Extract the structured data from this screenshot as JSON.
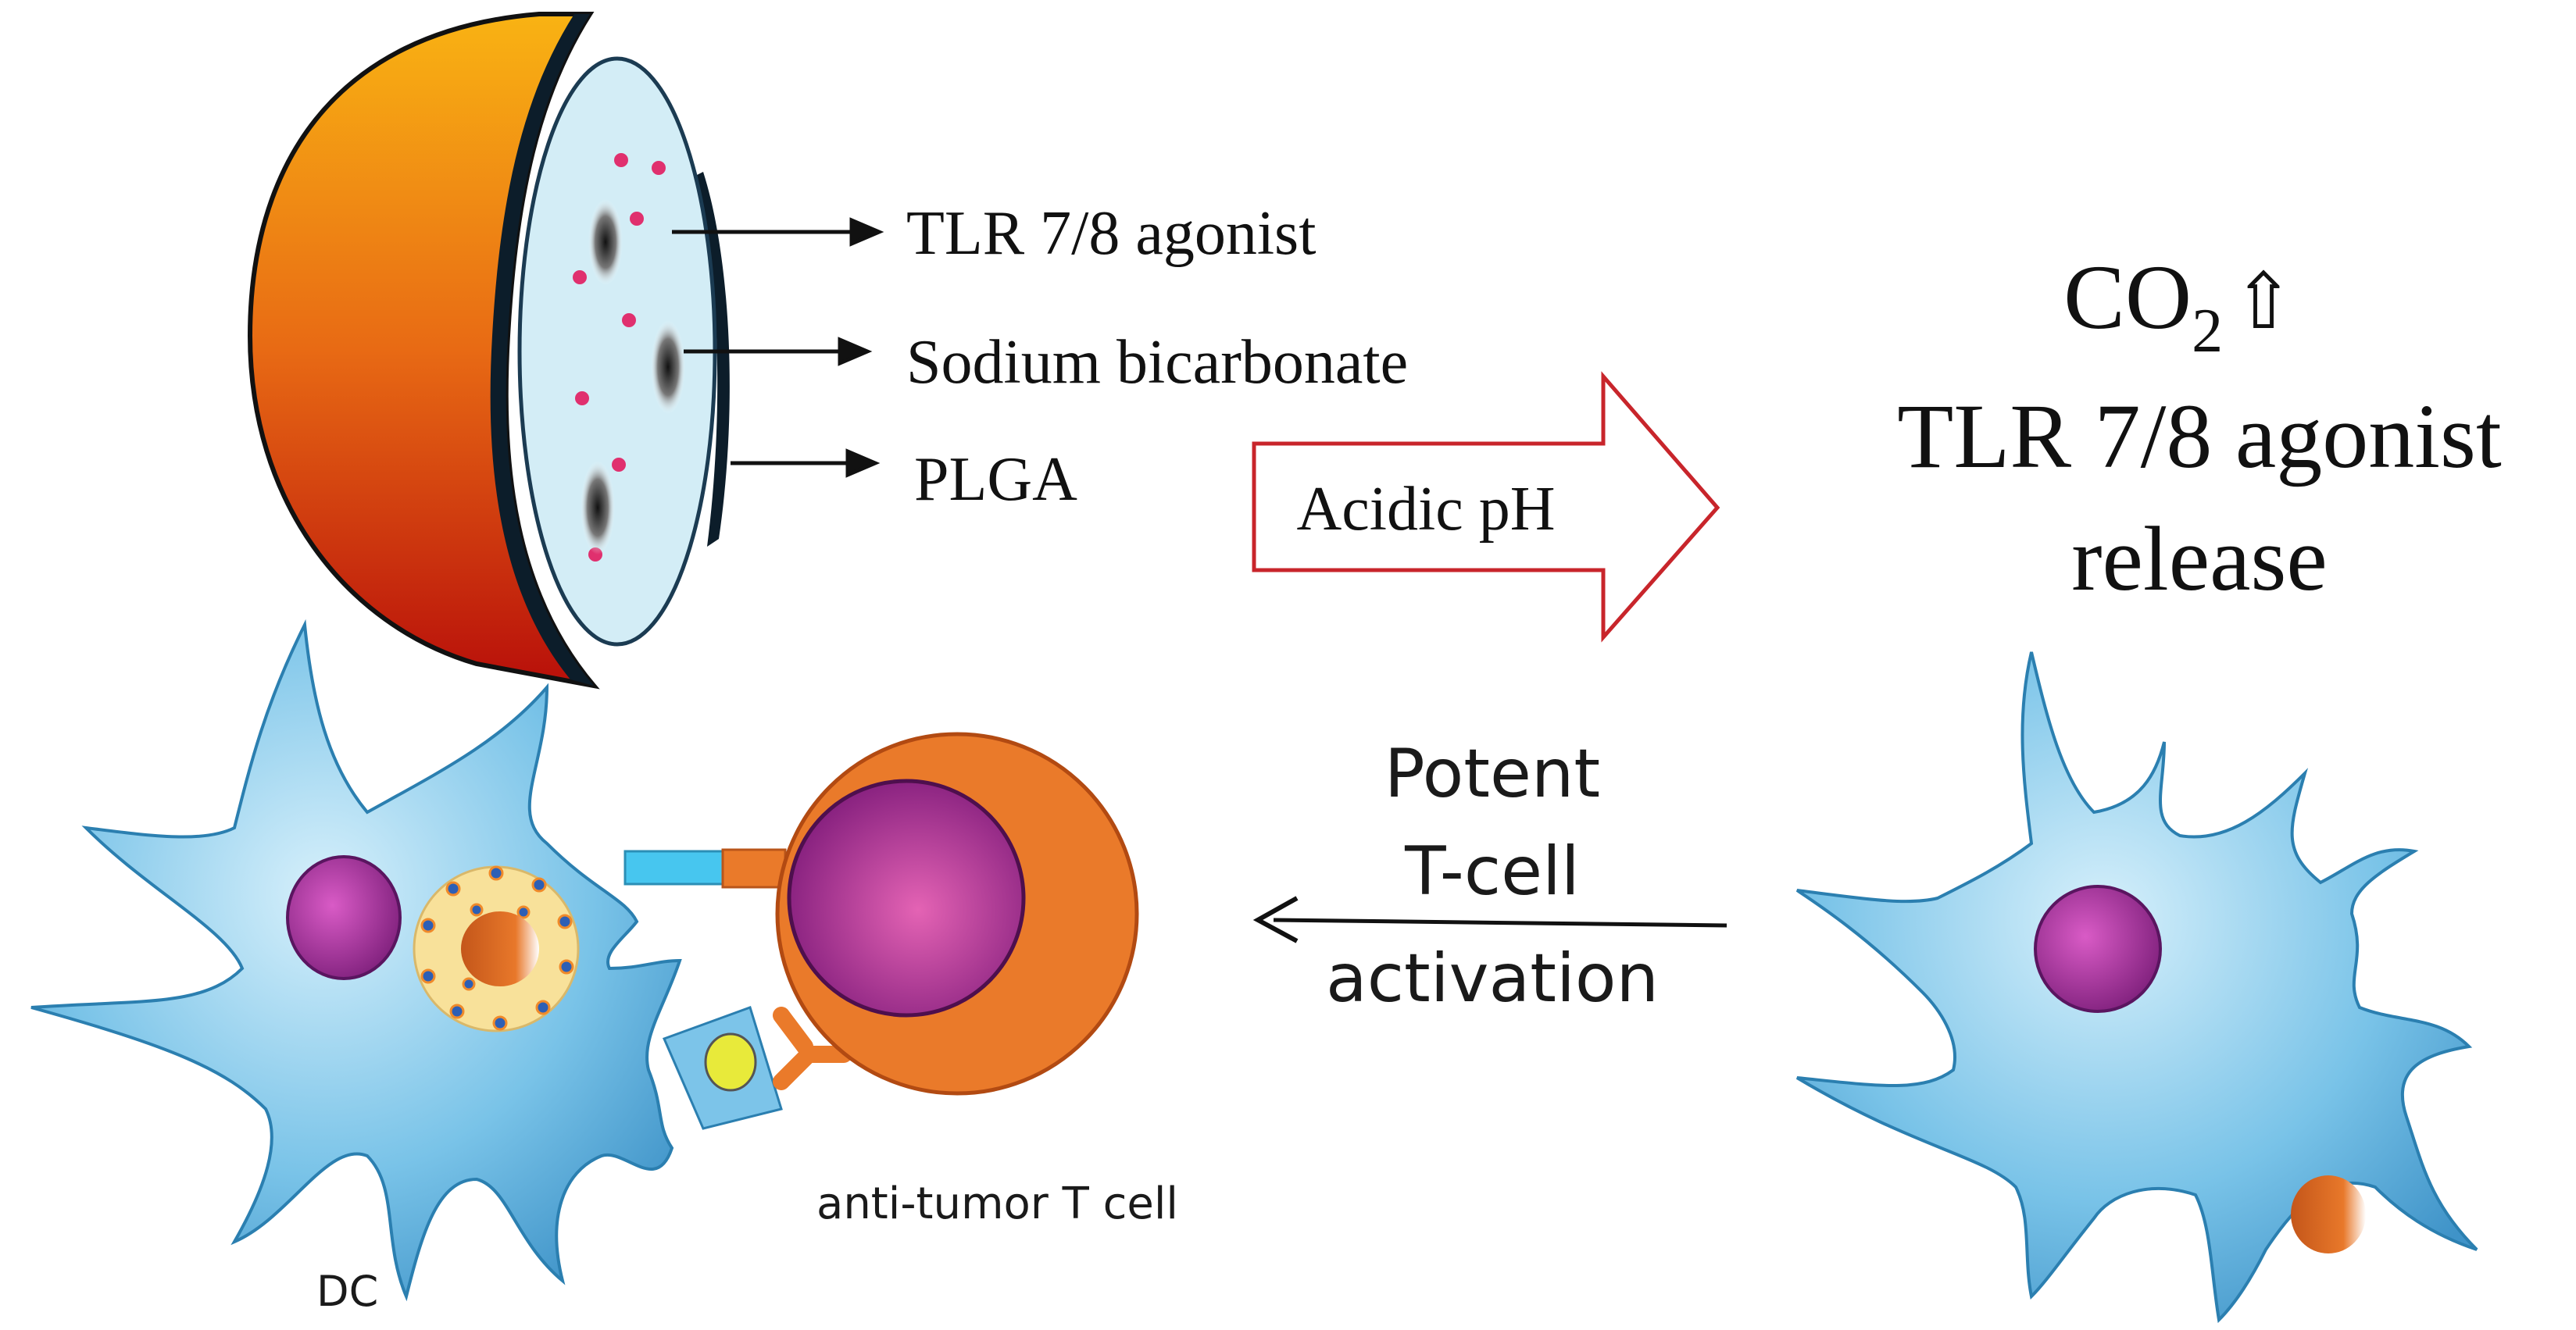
{
  "labels": {
    "tlr_agonist": "TLR 7/8 agonist",
    "sodium_bicarbonate": "Sodium bicarbonate",
    "plga": "PLGA",
    "acidic_ph": "Acidic pH",
    "co2": "CO",
    "co2_subscript": "2",
    "up_arrow_symbol": "⇧",
    "release_line1": "TLR 7/8 agonist",
    "release_line2": "release",
    "potent_line1": "Potent",
    "potent_line2": "T-cell",
    "potent_line3": "activation",
    "t_cell": "anti-tumor T cell",
    "dc": "DC"
  },
  "colors": {
    "shell_top": "#f9b313",
    "shell_mid": "#e86a14",
    "shell_bottom": "#b80f0a",
    "core_fill": "#d3edf6",
    "drug_dot": "#e0306e",
    "bicarb_particle": "#333333",
    "arrow_outline": "#c8252b",
    "cell_blue": "#5fb2dd",
    "cell_blue_dark": "#2b7fb0",
    "nucleus_purple": "#8f2a8a",
    "t_cell_orange": "#ea7a2a",
    "t_cell_nucleus": "#8e2486",
    "receptor_cyan": "#47c6ef",
    "antigen_yellow": "#e8ea3a",
    "particle_ring": "#f8e19a",
    "particle_dot": "#2d5fb5"
  },
  "icons": [
    "nanoparticle-cross-section",
    "block-arrow-right",
    "dendritic-cell",
    "t-cell",
    "arrow-left"
  ]
}
